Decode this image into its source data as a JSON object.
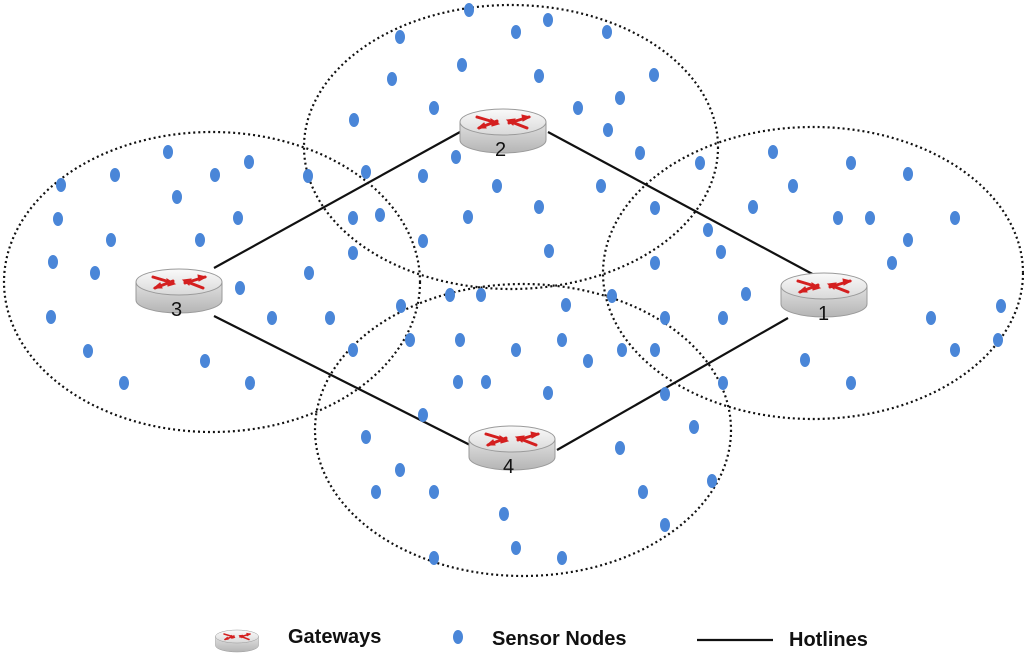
{
  "diagram": {
    "gateways": [
      {
        "label": "1"
      },
      {
        "label": "2"
      },
      {
        "label": "3"
      },
      {
        "label": "4"
      }
    ],
    "hotlines": [
      {
        "from": "3",
        "to": "2"
      },
      {
        "from": "2",
        "to": "1"
      },
      {
        "from": "1",
        "to": "4"
      },
      {
        "from": "4",
        "to": "3"
      }
    ]
  },
  "legend": {
    "gateways_label": "Gateways",
    "sensor_nodes_label": "Sensor Nodes",
    "hotlines_label": "Hotlines"
  },
  "colors": {
    "sensor": "#4a86d8",
    "router_arrow": "#d41f1f",
    "router_body": "#e6e6e6",
    "line": "#111111",
    "coverage": "#111111"
  }
}
